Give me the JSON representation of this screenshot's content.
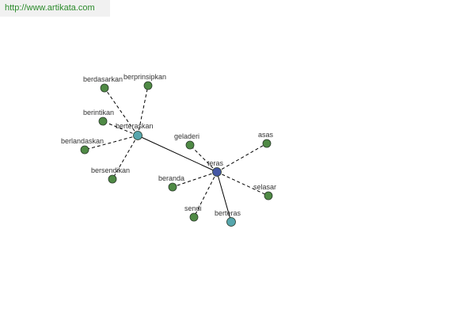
{
  "header": {
    "source_url": "http://www.artikata.com"
  },
  "colors": {
    "leaf": "#4f8a45",
    "hub": "#56a6ad",
    "center": "#4457a4"
  },
  "graph": {
    "nodes": [
      {
        "id": "berdasarkan",
        "label": "berdasarkan",
        "kind": "leaf"
      },
      {
        "id": "berprinsipkan",
        "label": "berprinsipkan",
        "kind": "leaf"
      },
      {
        "id": "berintikan",
        "label": "berintikan",
        "kind": "leaf"
      },
      {
        "id": "berteraskan",
        "label": "berteraskan",
        "kind": "hub"
      },
      {
        "id": "berlandaskan",
        "label": "berlandaskan",
        "kind": "leaf"
      },
      {
        "id": "bersendikan",
        "label": "bersendikan",
        "kind": "leaf"
      },
      {
        "id": "geladeri",
        "label": "geladeri",
        "kind": "leaf"
      },
      {
        "id": "asas",
        "label": "asas",
        "kind": "leaf"
      },
      {
        "id": "teras",
        "label": "teras",
        "kind": "center"
      },
      {
        "id": "beranda",
        "label": "beranda",
        "kind": "leaf"
      },
      {
        "id": "selasar",
        "label": "selasar",
        "kind": "leaf"
      },
      {
        "id": "sendi",
        "label": "sendi",
        "kind": "leaf"
      },
      {
        "id": "berteras",
        "label": "berteras",
        "kind": "hub"
      }
    ],
    "edges": [
      {
        "from": "berteraskan",
        "to": "berdasarkan",
        "style": "dashed"
      },
      {
        "from": "berteraskan",
        "to": "berprinsipkan",
        "style": "dashed"
      },
      {
        "from": "berteraskan",
        "to": "berintikan",
        "style": "dashed"
      },
      {
        "from": "berteraskan",
        "to": "berlandaskan",
        "style": "dashed"
      },
      {
        "from": "berteraskan",
        "to": "bersendikan",
        "style": "dashed"
      },
      {
        "from": "berteraskan",
        "to": "teras",
        "style": "solid"
      },
      {
        "from": "teras",
        "to": "geladeri",
        "style": "dashed"
      },
      {
        "from": "teras",
        "to": "asas",
        "style": "dashed"
      },
      {
        "from": "teras",
        "to": "beranda",
        "style": "dashed"
      },
      {
        "from": "teras",
        "to": "selasar",
        "style": "dashed"
      },
      {
        "from": "teras",
        "to": "sendi",
        "style": "dashed"
      },
      {
        "from": "teras",
        "to": "berteras",
        "style": "solid"
      }
    ]
  }
}
